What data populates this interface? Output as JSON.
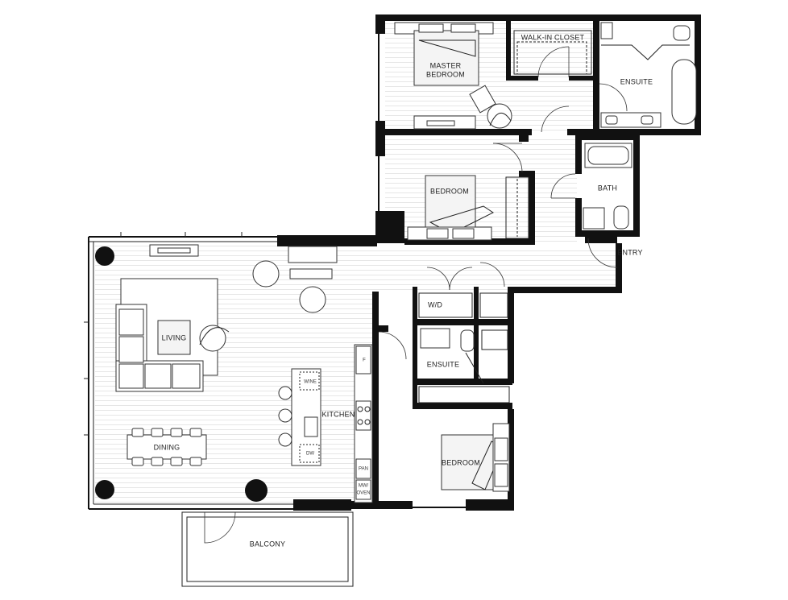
{
  "rooms": {
    "master_bedroom": [
      "MASTER",
      "BEDROOM"
    ],
    "walk_in_closet": "WALK-IN CLOSET",
    "ensuite_master": "ENSUITE",
    "bedroom_2": "BEDROOM",
    "bath": "BATH",
    "entry": "ENTRY",
    "living": "LIVING",
    "wd": "W/D",
    "ensuite_2": "ENSUITE",
    "kitchen": "KITCHEN",
    "dining": "DINING",
    "bedroom_3": "BEDROOM",
    "balcony": "BALCONY"
  },
  "fixtures": {
    "wine": "WINE",
    "dw": "DW",
    "fridge": "F",
    "pan": "PAN",
    "mw": "MW/",
    "oven": "OVEN"
  },
  "colors": {
    "wall": "#111111",
    "floor_line": "#e6e6e6",
    "background": "#ffffff"
  }
}
